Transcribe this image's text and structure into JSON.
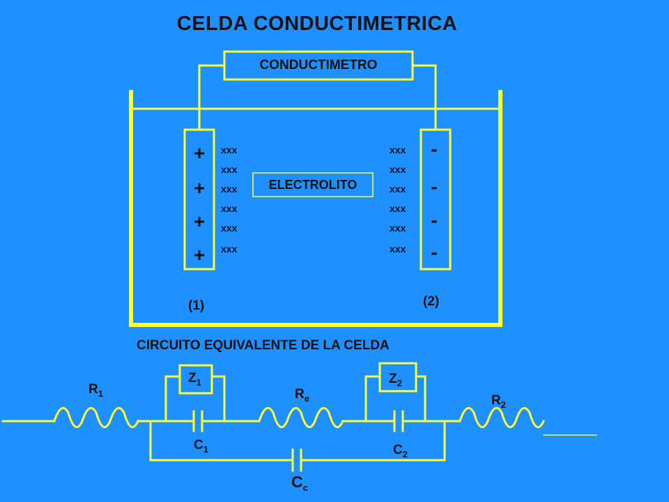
{
  "title": "CELDA CONDUCTIMETRICA",
  "meter_label": "CONDUCTIMETRO",
  "electrolyte_label": "ELECTROLITO",
  "ion_label": "xxx",
  "anode_sign": "+",
  "cathode_sign": "-",
  "electrode_1_label": "(1)",
  "electrode_2_label": "(2)",
  "circuit_title": "CIRCUITO EQUIVALENTE DE LA CELDA",
  "components": {
    "r1": {
      "main": "R",
      "sub": "1"
    },
    "z1": {
      "main": "Z",
      "sub": "1"
    },
    "c1": {
      "main": "C",
      "sub": "1"
    },
    "re": {
      "main": "R",
      "sub": "e"
    },
    "z2": {
      "main": "Z",
      "sub": "2"
    },
    "c2": {
      "main": "C",
      "sub": "2"
    },
    "r2": {
      "main": "R",
      "sub": "2"
    },
    "cc": {
      "main": "C",
      "sub": "c"
    }
  },
  "colors": {
    "background": "#1E90FF",
    "lines": "#FFFF33",
    "text": "#111111"
  }
}
